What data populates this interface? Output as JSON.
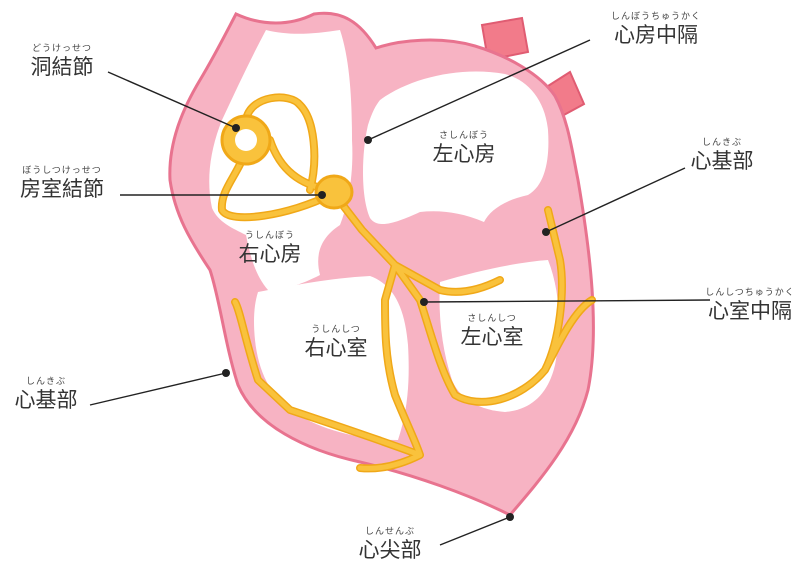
{
  "labels": {
    "sinus_node": {
      "ruby": "どうけっせつ",
      "text": "洞結節"
    },
    "av_node": {
      "ruby": "ぼうしつけっせつ",
      "text": "房室結節"
    },
    "right_atrium": {
      "ruby": "うしんぼう",
      "text": "右心房"
    },
    "right_ventricle": {
      "ruby": "うしんしつ",
      "text": "右心室"
    },
    "left_atrium": {
      "ruby": "さしんぼう",
      "text": "左心房"
    },
    "left_ventricle": {
      "ruby": "さしんしつ",
      "text": "左心室"
    },
    "atrial_septum": {
      "ruby": "しんぼうちゅうかく",
      "text": "心房中隔"
    },
    "myocardium_right": {
      "ruby": "しんきぶ",
      "text": "心基部"
    },
    "ventricular_septum": {
      "ruby": "しんしつちゅうかく",
      "text": "心室中隔"
    },
    "myocardium_left": {
      "ruby": "しんきぶ",
      "text": "心基部"
    },
    "apex": {
      "ruby": "しんせんぶ",
      "text": "心尖部"
    }
  },
  "colors": {
    "muscle": "#f7b3c3",
    "outline": "#e8738f",
    "conduction": "#f9c23c",
    "conduction_outline": "#f0a818",
    "vessel": "#f27b8a"
  }
}
